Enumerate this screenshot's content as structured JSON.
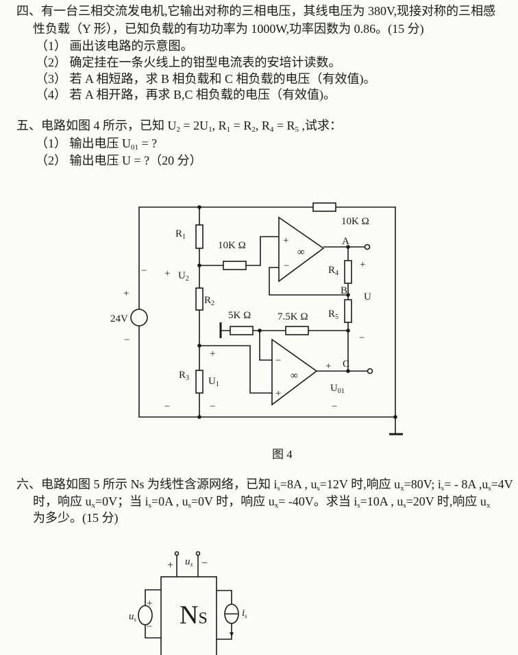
{
  "q4": {
    "lines": [
      [
        [
          "四、有一台三相交流发电机,它输出对称的三相电压，其线电压为 380V,现接对称的三相感"
        ]
      ],
      [
        [
          "性负载（Y 形），已知负载的有功功率为 1000W,功率因数为 0.86。(15 分)"
        ]
      ],
      [
        [
          "（1） 画出该电路的示意图。"
        ]
      ],
      [
        [
          "（2） 确定挂在一条火线上的钳型电流表的安培计读数。"
        ]
      ],
      [
        [
          "（3） 若 A 相短路，求 B 相负载和 C 相负载的电压（有效值)。"
        ]
      ],
      [
        [
          "（4） 若 A 相开路，再求 B,C 相负载的电压（有效值)。"
        ]
      ]
    ]
  },
  "q5": {
    "lines": [
      [
        [
          "五、电路如图 4 所示，已知 "
        ],
        [
          "U"
        ],
        [
          "2",
          "sub"
        ],
        [
          " = 2"
        ],
        [
          "U"
        ],
        [
          "1",
          "sub"
        ],
        [
          ", "
        ],
        [
          "R"
        ],
        [
          "1",
          "sub"
        ],
        [
          " = "
        ],
        [
          "R"
        ],
        [
          "2",
          "sub"
        ],
        [
          ", "
        ],
        [
          "R"
        ],
        [
          "4",
          "sub"
        ],
        [
          " = "
        ],
        [
          "R"
        ],
        [
          "5",
          "sub"
        ],
        [
          "  ,试求："
        ]
      ],
      [
        [
          "（1） 输出电压 "
        ],
        [
          "U"
        ],
        [
          "01",
          "sub"
        ],
        [
          " = ?"
        ]
      ],
      [
        [
          "（2） 输出电压 "
        ],
        [
          "U"
        ],
        [
          " = ?（20 分）"
        ]
      ]
    ],
    "figure": {
      "caption": "图 4",
      "source": "24V",
      "r1": "R",
      "r1_sub": "1",
      "r2": "R",
      "r2_sub": "2",
      "r3": "R",
      "r3_sub": "3",
      "r4": "R",
      "r4_sub": "4",
      "r5": "R",
      "r5_sub": "5",
      "res_top": "10K Ω",
      "res_in": "10K Ω",
      "res_5k": "5K Ω",
      "res_75k": "7.5K Ω",
      "u2": "U",
      "u2_sub": "2",
      "u1": "U",
      "u1_sub": "1",
      "u": "U",
      "u01": "U",
      "u01_sub": "01",
      "node_a": "A",
      "node_b": "B",
      "node_c": "C",
      "inf": "∞",
      "plus": "+",
      "minus": "−"
    }
  },
  "q6": {
    "lines": [
      [
        [
          "六、电路如图 5 所示 Ns 为线性含源网络，已知 i"
        ],
        [
          "s",
          "sub"
        ],
        [
          "=8A , u"
        ],
        [
          "s",
          "sub"
        ],
        [
          "=12V 时,响应 u"
        ],
        [
          "x",
          "sub"
        ],
        [
          "=80V; i"
        ],
        [
          "s",
          "sub"
        ],
        [
          "= - 8A ,u"
        ],
        [
          "s",
          "sub"
        ],
        [
          "=4V"
        ]
      ],
      [
        [
          "时，响应 u"
        ],
        [
          "x",
          "sub"
        ],
        [
          "=0V；当 i"
        ],
        [
          "s",
          "sub"
        ],
        [
          "=0A , u"
        ],
        [
          "s",
          "sub"
        ],
        [
          "=0V 时，响应 u"
        ],
        [
          "x",
          "sub"
        ],
        [
          "= -40V。求当 i"
        ],
        [
          "s",
          "sub"
        ],
        [
          "=10A , u"
        ],
        [
          "s",
          "sub"
        ],
        [
          "=20V 时,响应 u"
        ],
        [
          "x",
          "sub"
        ]
      ],
      [
        [
          "为多少。(15 分)"
        ]
      ]
    ],
    "figure": {
      "network": "N",
      "network_sub": "S",
      "ux": "u",
      "ux_sub": "x",
      "us": "u",
      "us_sub": "s",
      "is": "i",
      "is_sub": "s",
      "plus": "+",
      "minus": "−"
    }
  }
}
